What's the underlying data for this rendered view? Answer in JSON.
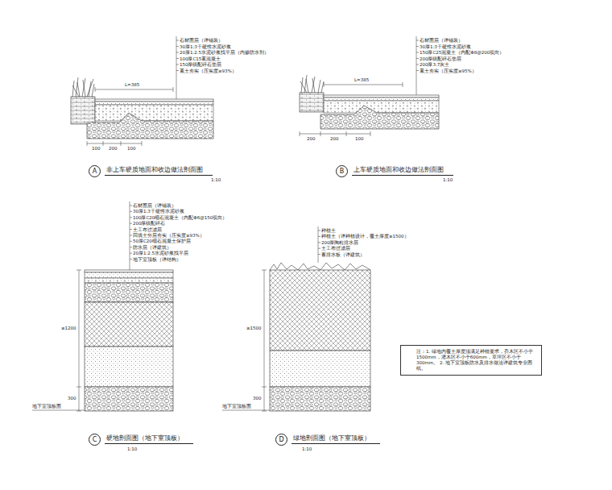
{
  "diagram": {
    "nodes": [
      {
        "text": [
          "A",
          "非上车硬质地面和收边做法剖面图"
        ]
      },
      {
        "text": [
          "B",
          "上车硬质地面和收边做法剖面图"
        ]
      },
      {
        "text": [
          "C",
          "硬地剖面图（地下室顶板）"
        ]
      },
      {
        "text": [
          "D",
          "绿地剖面图（地下室顶板）"
        ]
      },
      {
        "text": [
          "注：1. 绿地内覆土厚度须满足种植要求，乔木区不小于1500mm，灌木区不小于600mm，草坪区不小于300mm。 2. 地下室顶板防水及排水做法详建筑专业图纸。"
        ]
      }
    ],
    "labels": [
      "石材面层（详铺装）",
      "30厚1:3干硬性水泥砂浆",
      "20厚1:2.5水泥砂浆找平层（内掺防水剂）",
      "100厚C15素混凝土",
      "150厚级配碎石垫层",
      "素土夯实（压实度≥93%）",
      "1:10",
      "L=385",
      "100",
      "200",
      "100",
      "石材面层（详铺装）",
      "30厚1:3干硬性水泥砂浆",
      "150厚C25混凝土（内配Φ8@200双向）",
      "200厚级配碎石垫层",
      "200厚3:7灰土",
      "素土夯实（压实度≥95%）",
      "1:10",
      "L=385",
      "200",
      "200",
      "100",
      "石材面层（详铺装）",
      "30厚1:3干硬性水泥砂浆",
      "100厚C20细石混凝土（内配Φ6@150双向）",
      "200厚级配碎石",
      "土工布过滤层",
      "回填土分层夯实（压实度≥93%）",
      "50厚C20细石混凝土保护层",
      "防水层（详建筑）",
      "20厚1:2.5水泥砂浆找平层",
      "地下室顶板（详结构）",
      "1:10",
      "≥1200",
      "300",
      "地下室顶板面",
      "种植土",
      "种植土（详种植设计，覆土厚度≥1500）",
      "200厚陶粒排水层",
      "土工布过滤层",
      "蓄排水板（详建筑）",
      "1:10",
      "≥1500",
      "300",
      "地下室顶板面"
    ]
  }
}
